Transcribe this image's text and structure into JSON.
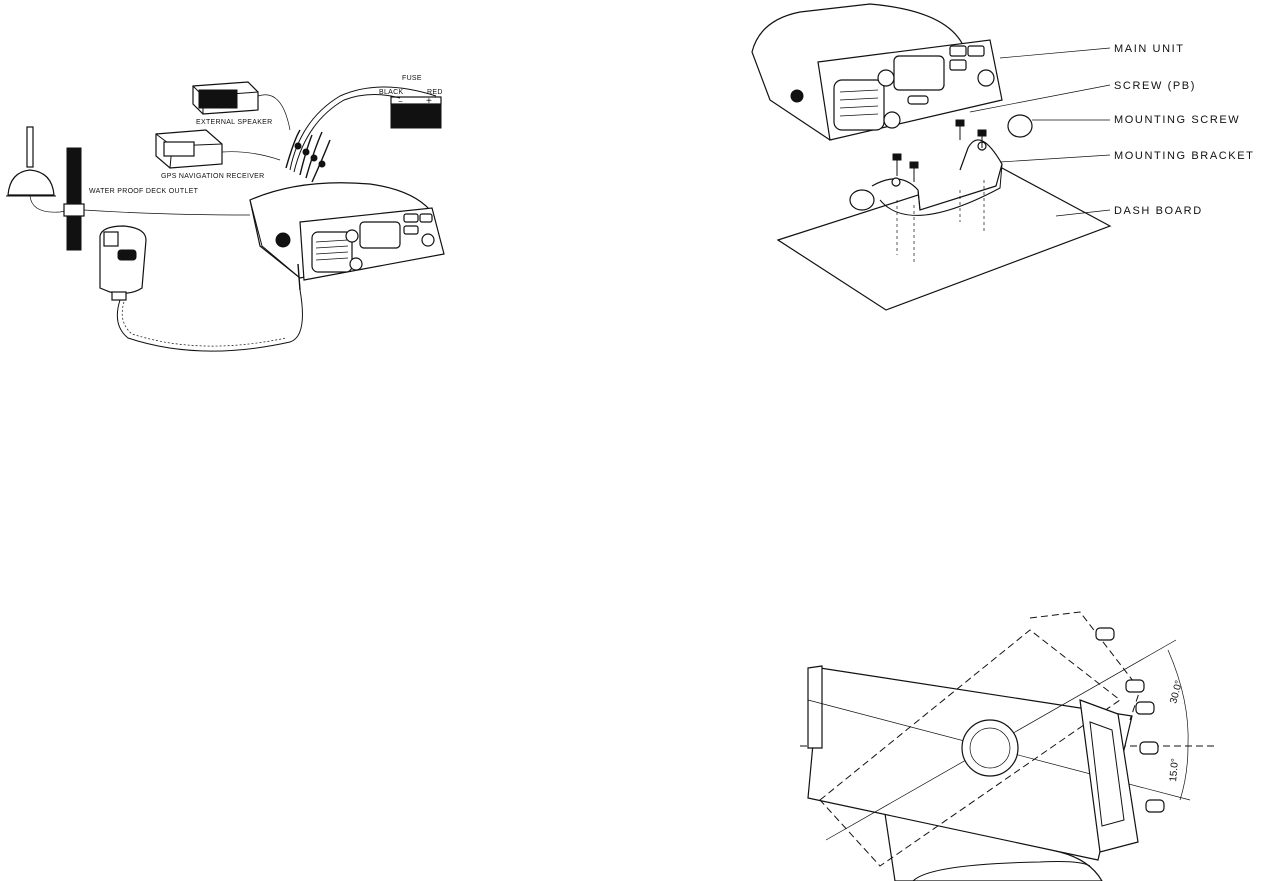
{
  "wiring": {
    "labels": {
      "fuse": "FUSE",
      "black": "BLACK",
      "red": "RED",
      "external_speaker": "EXTERNAL SPEAKER",
      "gps_receiver": "GPS NAVIGATION RECEIVER",
      "deck_outlet": "WATER PROOF DECK OUTLET"
    }
  },
  "mounting": {
    "labels": {
      "main_unit": "MAIN UNIT",
      "screw_pb": "SCREW (PB)",
      "mounting_screw": "MOUNTING SCREW",
      "mounting_bracket": "MOUNTING BRACKET",
      "dash_board": "DASH BOARD"
    }
  },
  "angles": {
    "labels": {
      "up": "30.0°",
      "down": "15.0°"
    }
  }
}
